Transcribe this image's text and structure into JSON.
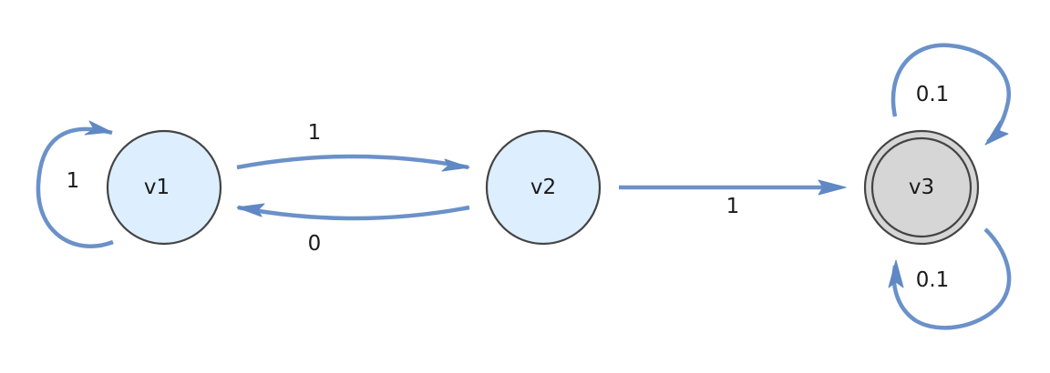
{
  "colors": {
    "edge": "#6b91c9",
    "node_fill": "#ddeeff",
    "accept_node_fill": "#d6d6d6",
    "node_stroke": "#444444"
  },
  "nodes": [
    {
      "id": "v1",
      "label": "v1",
      "accepting": false
    },
    {
      "id": "v2",
      "label": "v2",
      "accepting": false
    },
    {
      "id": "v3",
      "label": "v3",
      "accepting": true
    }
  ],
  "edges": [
    {
      "id": "v1-v1",
      "from": "v1",
      "to": "v1",
      "label": "1"
    },
    {
      "id": "v1-v2",
      "from": "v1",
      "to": "v2",
      "label": "1"
    },
    {
      "id": "v2-v1",
      "from": "v2",
      "to": "v1",
      "label": "0"
    },
    {
      "id": "v2-v3",
      "from": "v2",
      "to": "v3",
      "label": "1"
    },
    {
      "id": "v3-v3-top",
      "from": "v3",
      "to": "v3",
      "label": "0.1"
    },
    {
      "id": "v3-v3-bottom",
      "from": "v3",
      "to": "v3",
      "label": "0.1"
    }
  ]
}
